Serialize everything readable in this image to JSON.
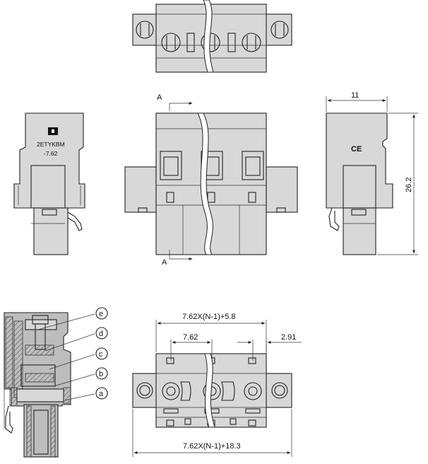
{
  "label": {
    "part_line1": "2ETYKBM",
    "part_line2": "-7.62",
    "ce_mark": "CE",
    "section_a_top": "A",
    "section_a_bottom": "A"
  },
  "dimensions": {
    "width_side": "11",
    "height_side": "26.2",
    "overall_pitch": "7.62X(N-1)+5.8",
    "pitch": "7.62",
    "offset": "2.91",
    "total": "7.62X(N-1)+18.3"
  },
  "callouts": [
    "e",
    "d",
    "c",
    "b",
    "a"
  ],
  "colors": {
    "stroke": "#222222",
    "body_fill": "#d8d8d8",
    "dark_fill": "#bdbdbd"
  }
}
